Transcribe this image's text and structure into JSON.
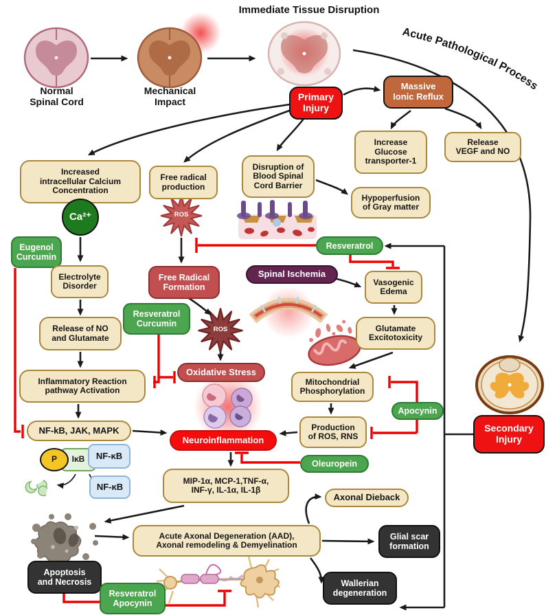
{
  "title": "Immediate Tissue Disruption",
  "curve_label": "Acute Pathological Process",
  "nodes": {
    "normal_cord": "Normal\nSpinal Cord",
    "mechanical_impact": "Mechanical\nImpact",
    "primary_injury": "Primary\nInjury",
    "massive_ionic_reflux": "Massive\nIonic Reflux",
    "increase_glucose": "Increase\nGlucose\ntransporter-1",
    "release_vegf": "Release\nVEGF and NO",
    "increased_calcium": "Increased\nintracellular Calcium\nConcentration",
    "free_radical_production": "Free radical\nproduction",
    "disruption_bscb": "Disruption of\nBlood Spinal\nCord Barrier",
    "hypoperfusion": "Hypoperfusion\nof Gray matter",
    "ca_ion": "Ca²⁺",
    "eugenol_curcumin": "Eugenol\nCurcumin",
    "electrolyte_disorder": "Electrolyte\nDisorder",
    "ros": "ROS",
    "free_radical_formation": "Free Radical\nFormation",
    "resveratrol": "Resveratrol",
    "spinal_ischemia": "Spinal Ischemia",
    "vasogenic_edema": "Vasogenic\nEdema",
    "release_no_glutamate": "Release of NO\nand Glutamate",
    "resveratrol_curcumin": "Resveratrol\nCurcumin",
    "glutamate_excitotoxicity": "Glutamate\nExcitotoxicity",
    "inflammatory_reaction": "Inflammatory Reaction\npathway Activation",
    "oxidative_stress": "Oxidative Stress",
    "mitochondrial_phosphorylation": "Mitochondrial\nPhosphorylation",
    "apocynin": "Apocynin",
    "nfkb_jak_mapk": "NF-kB, JAK, MAPK",
    "neuroinflammation": "Neuroinflammation",
    "production_ros_rns": "Production\nof ROS, RNS",
    "secondary_injury": "Secondary\nInjury",
    "oleuropein": "Oleuropein",
    "p_label": "P",
    "ikb": "IκB",
    "nfkb_bound": "NF-κB",
    "nfkb_free": "NF-κB",
    "cytokines": "MIP-1α, MCP-1,TNF-α,\nINF-γ, IL-1α, IL-1β",
    "axonal_dieback": "Axonal Dieback",
    "aad": "Acute Axonal Degeneration (AAD),\nAxonal remodeling & Demyelination",
    "glial_scar": "Glial scar\nformation",
    "wallerian": "Wallerian\ndegeneration",
    "apoptosis_necrosis": "Apoptosis\nand Necrosis",
    "resveratrol_apocynin": "Resveratrol\nApocynin"
  },
  "colors": {
    "pathway_box": "#F4E7C6",
    "pathway_border": "#A9873B",
    "injury_red": "#EE1212",
    "neuroinflammation_red": "#F50D0D",
    "treatment_green": "#4BA64F",
    "inhibition_red": "#EC0000",
    "ionic_orange": "#C0683C",
    "stress_brick": "#C14F4F",
    "ischemia_purple": "#63254F",
    "outcome_dark": "#333333",
    "calcium_green": "#1E7A1E",
    "arrow_black": "#1A1A1A"
  }
}
